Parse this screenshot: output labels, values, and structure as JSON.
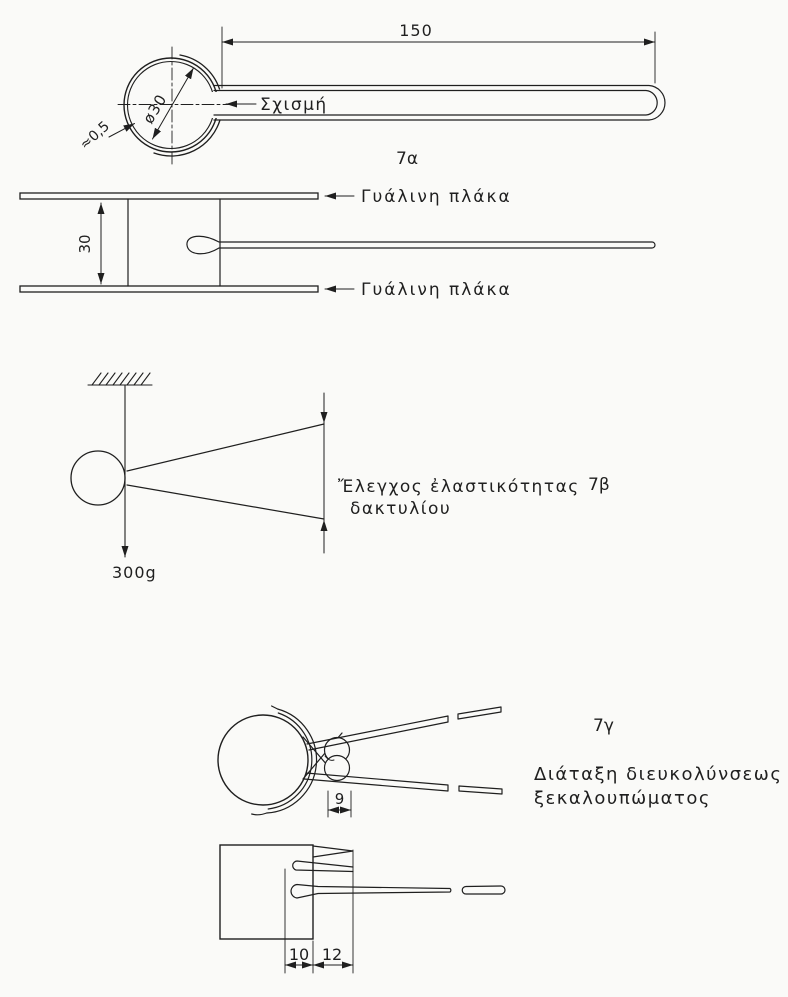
{
  "page": {
    "background": "#fafaf8",
    "ink": "#1f1f1f"
  },
  "fig7a_top": {
    "fig_label": "7α",
    "length_dim": "150",
    "diameter_dim": "ø30",
    "wall_dim": "≈0,5",
    "slit_label": "Σχισμή"
  },
  "fig7a_side": {
    "height_dim": "30",
    "top_plate_label": "Γυάλινη πλάκα",
    "bottom_plate_label": "Γυάλινη πλάκα"
  },
  "fig7b": {
    "fig_label": "7β",
    "weight_label": "300g",
    "caption_line1": "Ἔλεγχος ἐλαστικότητας",
    "caption_line2": "δακτυλίου"
  },
  "fig7c": {
    "fig_label": "7γ",
    "gap_dim": "9",
    "caption_line1": "Διάταξη διευκολύνσεως",
    "caption_line2": "ξεκαλουπώματος"
  },
  "fig7c_side": {
    "left_dim": "10",
    "right_dim": "12"
  }
}
